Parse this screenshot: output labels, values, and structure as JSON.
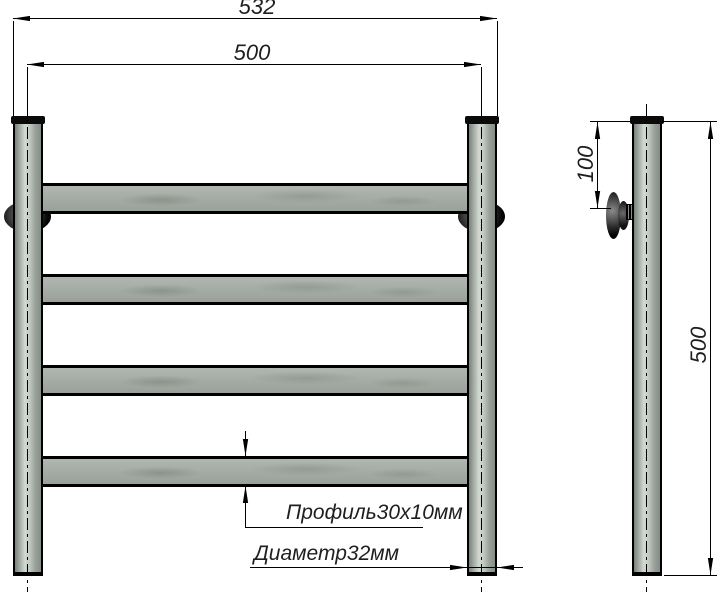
{
  "drawing": {
    "type": "technical-drawing",
    "subject": "ladder towel rail — front view and side view",
    "front_view": {
      "dim_outer_width": "532",
      "dim_rail_spacing": "500",
      "profile_label": "Профиль30х10мм",
      "diameter_label": "Диаметр32мм",
      "rung_count": 4
    },
    "side_view": {
      "dim_bracket_offset": "100",
      "dim_height": "500"
    },
    "colors": {
      "background": "#ffffff",
      "outline": "#000000",
      "metal_highlight": "#d2d8d2",
      "metal_base": "#a7ada7",
      "metal_shadow": "#79837b",
      "dimension_text": "#1f1f1f"
    }
  }
}
